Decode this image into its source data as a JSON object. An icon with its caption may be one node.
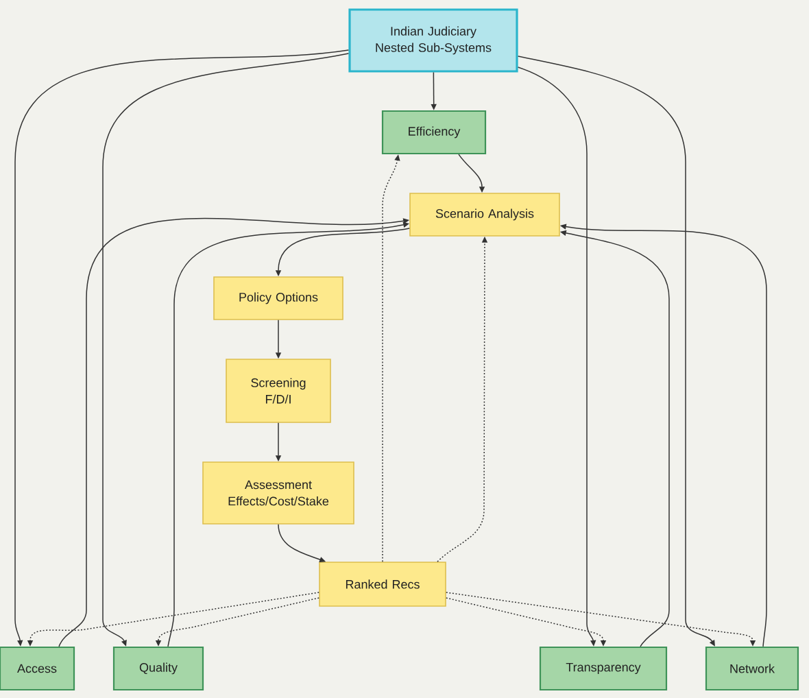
{
  "diagram": {
    "nodes": [
      {
        "text": [
          "Indian Judiciary Nested Sub-Systems"
        ]
      },
      {
        "text": [
          "Efficiency"
        ]
      },
      {
        "text": [
          "Scenario Analysis"
        ]
      },
      {
        "text": [
          "Policy Options"
        ]
      },
      {
        "text": [
          "Screening F/D/I"
        ]
      },
      {
        "text": [
          "Assessment Effects/Cost/Stake"
        ]
      },
      {
        "text": [
          "Ranked Recs"
        ]
      },
      {
        "text": [
          "Access"
        ]
      },
      {
        "text": [
          "Quality"
        ]
      },
      {
        "text": [
          "Transparency"
        ]
      },
      {
        "text": [
          "Network"
        ]
      }
    ],
    "edges": [
      {
        "from": 0,
        "to": 1,
        "arrow": "to"
      },
      {
        "from": 1,
        "to": 2,
        "arrow": "to"
      },
      {
        "from": 2,
        "to": 3,
        "arrow": "to"
      },
      {
        "from": 3,
        "to": 4,
        "arrow": "to"
      },
      {
        "from": 4,
        "to": 5,
        "arrow": "to"
      },
      {
        "from": 5,
        "to": 6,
        "arrow": "to"
      },
      {
        "from": 6,
        "to": 1,
        "arrow": "to",
        "style": "dashed"
      },
      {
        "from": 6,
        "to": 2,
        "arrow": "to",
        "style": "dashed"
      },
      {
        "from": 0,
        "to": 7,
        "arrow": "to"
      },
      {
        "from": 0,
        "to": 8,
        "arrow": "to"
      },
      {
        "from": 0,
        "to": 9,
        "arrow": "to"
      },
      {
        "from": 0,
        "to": 10,
        "arrow": "to"
      },
      {
        "from": 7,
        "to": 2,
        "arrow": "to"
      },
      {
        "from": 8,
        "to": 2,
        "arrow": "to"
      },
      {
        "from": 9,
        "to": 2,
        "arrow": "to"
      },
      {
        "from": 10,
        "to": 2,
        "arrow": "to"
      },
      {
        "from": 6,
        "to": 7,
        "arrow": "to",
        "style": "dashed"
      },
      {
        "from": 6,
        "to": 8,
        "arrow": "to",
        "style": "dashed"
      },
      {
        "from": 6,
        "to": 9,
        "arrow": "to",
        "style": "dashed"
      },
      {
        "from": 6,
        "to": 10,
        "arrow": "to",
        "style": "dashed"
      }
    ]
  }
}
